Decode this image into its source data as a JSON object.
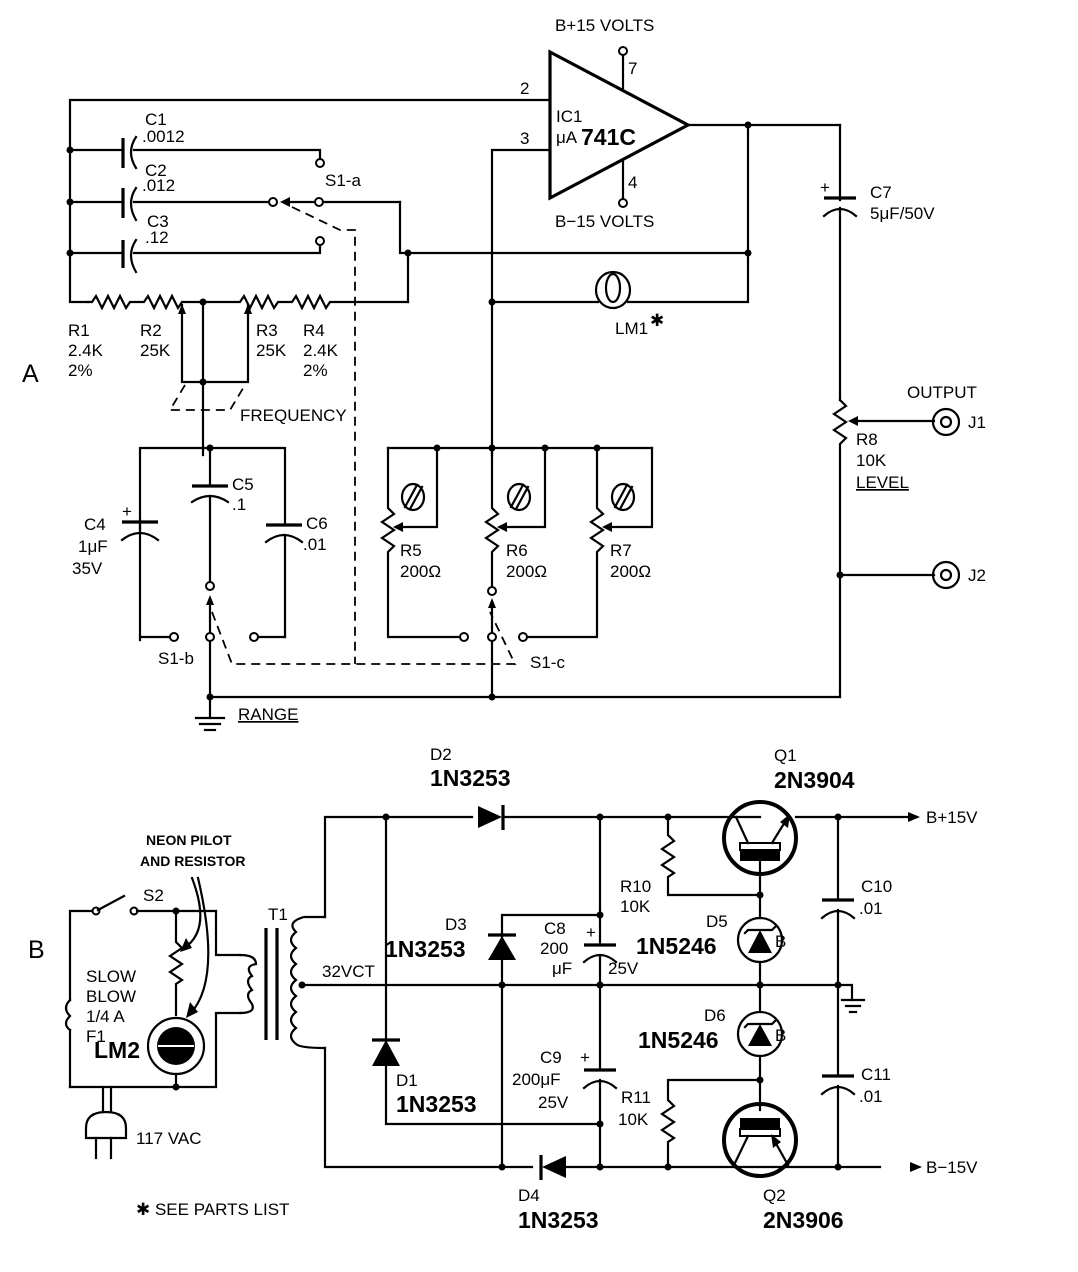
{
  "figure": {
    "section_a_label": "A",
    "section_b_label": "B",
    "footnote": "✱ SEE PARTS LIST"
  },
  "oscillator": {
    "ic1": {
      "ref": "IC1",
      "part_prefix": "μA",
      "part": "741C",
      "pin_inverting": "2",
      "pin_noninverting": "3",
      "pin_vplus": "7",
      "pin_vminus": "4"
    },
    "supply_plus": "B+15 VOLTS",
    "supply_minus": "B−15 VOLTS",
    "c1": {
      "ref": "C1",
      "value": ".0012"
    },
    "c2": {
      "ref": "C2",
      "value": ".012"
    },
    "c3": {
      "ref": "C3",
      "value": ".12"
    },
    "s1a": "S1-a",
    "r1": {
      "ref": "R1",
      "value": "2.4K",
      "tol": "2%"
    },
    "r2": {
      "ref": "R2",
      "value": "25K"
    },
    "r3": {
      "ref": "R3",
      "value": "25K"
    },
    "r4": {
      "ref": "R4",
      "value": "2.4K",
      "tol": "2%"
    },
    "frequency_label": "FREQUENCY",
    "lm1": "LM1",
    "lm1_note": "✱",
    "c7": {
      "ref": "C7",
      "value": "5μF/50V"
    },
    "output_label": "OUTPUT",
    "j1": "J1",
    "j2": "J2",
    "r8": {
      "ref": "R8",
      "value": "10K",
      "name": "LEVEL"
    },
    "c4": {
      "ref": "C4",
      "value": "1μF",
      "voltage": "35V"
    },
    "c5": {
      "ref": "C5",
      "value": ".1"
    },
    "c6": {
      "ref": "C6",
      "value": ".01"
    },
    "s1b": "S1-b",
    "s1c": "S1-c",
    "r5": {
      "ref": "R5",
      "value": "200Ω"
    },
    "r6": {
      "ref": "R6",
      "value": "200Ω"
    },
    "r7": {
      "ref": "R7",
      "value": "200Ω"
    },
    "range_label": "RANGE"
  },
  "power_supply": {
    "neon_note_line1": "NEON PILOT",
    "neon_note_line2": "AND RESISTOR",
    "s2": "S2",
    "fuse_line1": "SLOW",
    "fuse_line2": "BLOW",
    "fuse_line3": "1/4 A",
    "fuse_ref": "F1",
    "lm2": "LM2",
    "plug": "117 VAC",
    "t1": "T1",
    "t1_secondary": "32VCT",
    "d1": {
      "ref": "D1",
      "part": "1N3253"
    },
    "d2": {
      "ref": "D2",
      "part": "1N3253"
    },
    "d3": {
      "ref": "D3",
      "part": "1N3253"
    },
    "d4": {
      "ref": "D4",
      "part": "1N3253"
    },
    "c8": {
      "ref": "C8",
      "value1": "200",
      "value2": "μF",
      "voltage": "25V"
    },
    "c9": {
      "ref": "C9",
      "value": "200μF",
      "voltage": "25V"
    },
    "r10": {
      "ref": "R10",
      "value": "10K"
    },
    "r11": {
      "ref": "R11",
      "value": "10K"
    },
    "q1": {
      "ref": "Q1",
      "part": "2N3904"
    },
    "q2": {
      "ref": "Q2",
      "part": "2N3906"
    },
    "d5": {
      "ref": "D5",
      "part": "1N5246",
      "badge": "B"
    },
    "d6": {
      "ref": "D6",
      "part": "1N5246",
      "badge": "B"
    },
    "c10": {
      "ref": "C10",
      "value": ".01"
    },
    "c11": {
      "ref": "C11",
      "value": ".01"
    },
    "out_plus": "B+15V",
    "out_minus": "B−15V"
  }
}
